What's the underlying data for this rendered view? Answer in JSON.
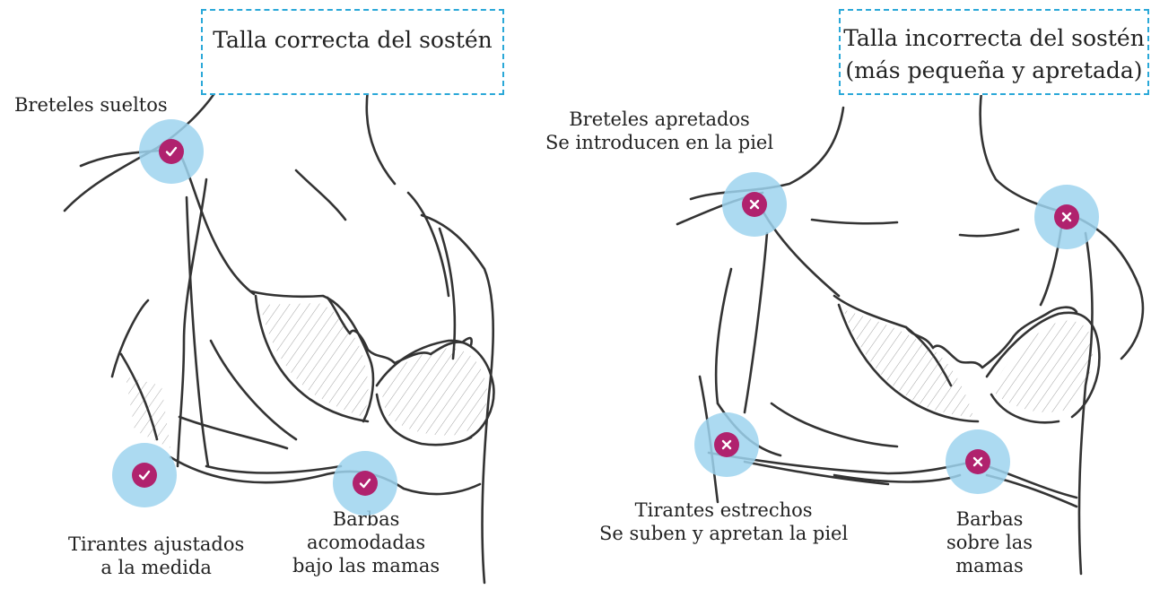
{
  "left_panel": {
    "title": "Talla correcta del sostén",
    "labels": {
      "straps": "Breteles sueltos",
      "band_line1": "Tirantes ajustados",
      "band_line2": "a la medida",
      "wire_line1": "Barbas",
      "wire_line2": "acomodadas",
      "wire_line3": "bajo las mamas"
    },
    "marker_icon": "checkmark-icon"
  },
  "right_panel": {
    "title_line1": "Talla incorrecta del sostén",
    "title_line2": "(más pequeña y apretada)",
    "labels": {
      "straps_line1": "Breteles apretados",
      "straps_line2": "Se introducen en la piel",
      "band_line1": "Tirantes estrechos",
      "band_line2": "Se suben y apretan la piel",
      "wire_line1": "Barbas",
      "wire_line2": "sobre las",
      "wire_line3": "mamas"
    },
    "marker_icon": "cross-icon"
  },
  "colors": {
    "halo": "#9ed3ef",
    "marker": "#b0226e",
    "title_border": "#2aa8d8",
    "sketch": "#333333"
  }
}
